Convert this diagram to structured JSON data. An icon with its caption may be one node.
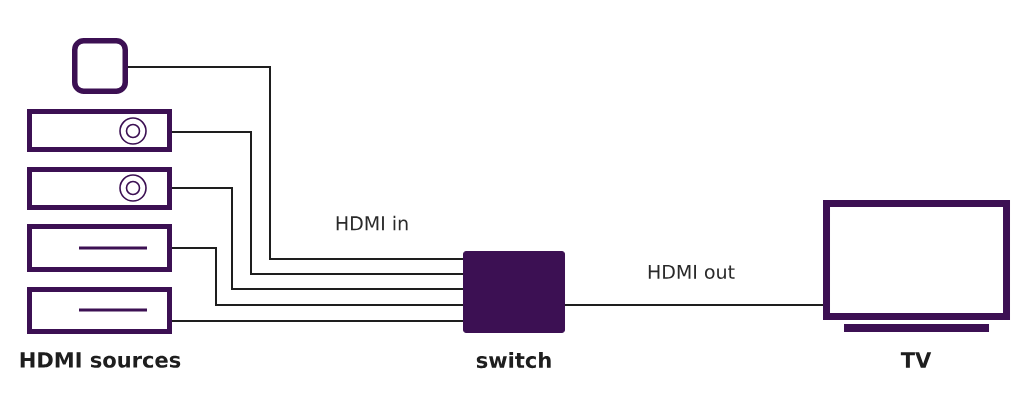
{
  "diagram": {
    "nodes": [
      {
        "text": [],
        "shape": "box"
      },
      {
        "text": [],
        "shape": "box"
      },
      {
        "text": [],
        "shape": "box"
      },
      {
        "text": [],
        "shape": "box"
      },
      {
        "text": [],
        "shape": "box"
      },
      {
        "text": [],
        "shape": "box",
        "beside": [
          "switch"
        ]
      },
      {
        "text": [],
        "shape": "box",
        "beside": [
          "TV"
        ]
      }
    ],
    "edges": [
      {
        "from": 0,
        "to": 5,
        "arrow": "none",
        "label": "HDMI in"
      },
      {
        "from": 1,
        "to": 5,
        "arrow": "none"
      },
      {
        "from": 2,
        "to": 5,
        "arrow": "none"
      },
      {
        "from": 3,
        "to": 5,
        "arrow": "none"
      },
      {
        "from": 4,
        "to": 5,
        "arrow": "none"
      },
      {
        "from": 5,
        "to": 6,
        "arrow": "none",
        "label": "HDMI out"
      }
    ],
    "labels": [
      "HDMI sources"
    ]
  }
}
